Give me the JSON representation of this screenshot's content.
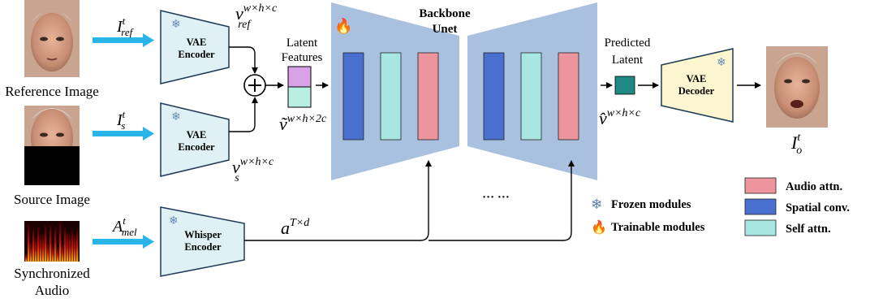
{
  "colors": {
    "arrow_blue": "#29b5e8",
    "encoder_fill": "#dff1f4",
    "encoder_stroke": "#1f3b57",
    "decoder_fill": "#fbf6cf",
    "unet_fill": "#a9c1df",
    "spatial_conv": "#4a70cf",
    "self_attn": "#a8e7e1",
    "audio_attn": "#ee949c",
    "latent_teal": "#1e8a83",
    "latent_top": "#d9a2e8",
    "latent_bottom": "#b9efe0"
  },
  "images": {
    "reference": "Reference Image",
    "source": "Source Image",
    "audio_line1": "Synchronized",
    "audio_line2": "Audio"
  },
  "encoders": {
    "vae_ref": [
      "VAE",
      "Encoder"
    ],
    "vae_src": [
      "VAE",
      "Encoder"
    ],
    "whisper": [
      "Whisper",
      "Encoder"
    ],
    "decoder": [
      "VAE",
      "Decoder"
    ]
  },
  "math": {
    "i_ref": {
      "base": "I",
      "sup": "t",
      "sub": "ref"
    },
    "i_s": {
      "base": "I",
      "sup": "t",
      "sub": "s"
    },
    "a_mel": {
      "base": "A",
      "sup": "t",
      "sub": "mel"
    },
    "v_ref": {
      "base": "v",
      "sup": "w×h×c",
      "sub": "ref"
    },
    "v_s": {
      "base": "v",
      "sup": "w×h×c",
      "sub": "s"
    },
    "v_tilde": {
      "base": "ṽ",
      "sup": "w×h×2c"
    },
    "v_hat": {
      "base": "v̂",
      "sup": "w×h×c"
    },
    "a_td": {
      "base": "a",
      "sup": "T×d"
    },
    "i_o": {
      "base": "I",
      "sup": "t",
      "sub": "o"
    }
  },
  "labels": {
    "latent_features": [
      "Latent",
      "Features"
    ],
    "backbone": [
      "Backbone",
      "Unet"
    ],
    "predicted_latent": [
      "Predicted",
      "Latent"
    ],
    "ellipsis": "··· ···"
  },
  "legend": {
    "frozen": "Frozen modules",
    "trainable": "Trainable modules",
    "items": [
      {
        "label": "Audio attn.",
        "color": "#ee949c"
      },
      {
        "label": "Spatial conv.",
        "color": "#4a70cf"
      },
      {
        "label": "Self attn.",
        "color": "#a8e7e1"
      }
    ]
  }
}
